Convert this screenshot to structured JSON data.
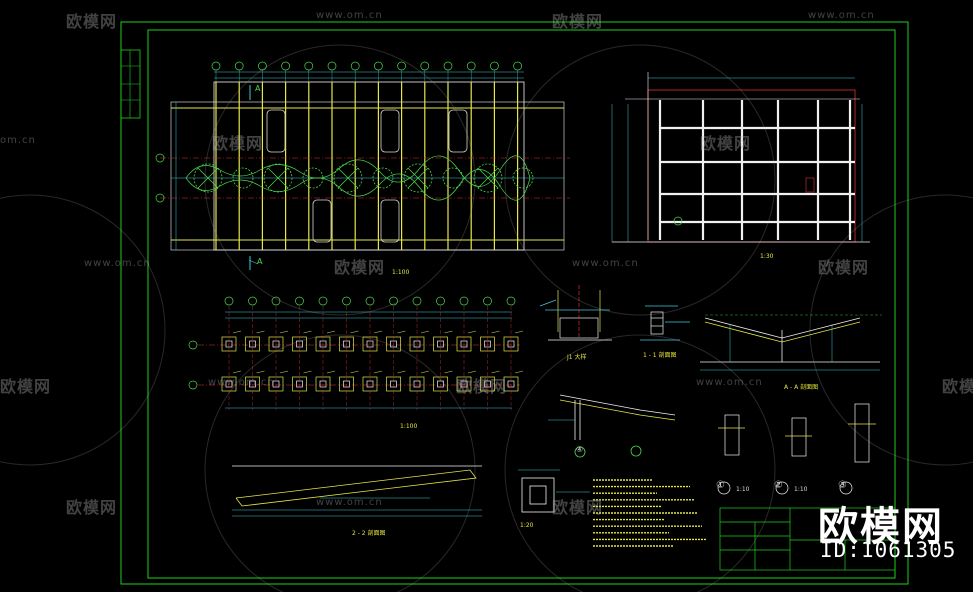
{
  "watermark": {
    "logo_text": "欧模网",
    "url_text": "www.om.cn",
    "url_short": "om.cn"
  },
  "id_badge": {
    "logo_text": "欧模网",
    "id_text": "ID:1061305"
  },
  "labels": {
    "section_a_top": "A",
    "section_a_bottom": "A",
    "detail_1": "①",
    "detail_2": "②",
    "detail_3": "③",
    "detail_4": "④",
    "scale_1_100": "1:100",
    "scale_1_30": "1:30",
    "scale_1_20": "1:20",
    "scale_1_10": "1:10",
    "section_a_a": "A - A 剖面图",
    "section_1_1": "1 - 1 剖面图",
    "section_2_2": "2 - 2 剖面图",
    "detail_j1": "J1 大样"
  },
  "colors": {
    "frame": "#1ed01e",
    "beam": "#e6e64a",
    "white_line": "#f0f0f0",
    "cyan": "#3cc8d8",
    "red": "#e03030",
    "magenta": "#d040d0"
  }
}
